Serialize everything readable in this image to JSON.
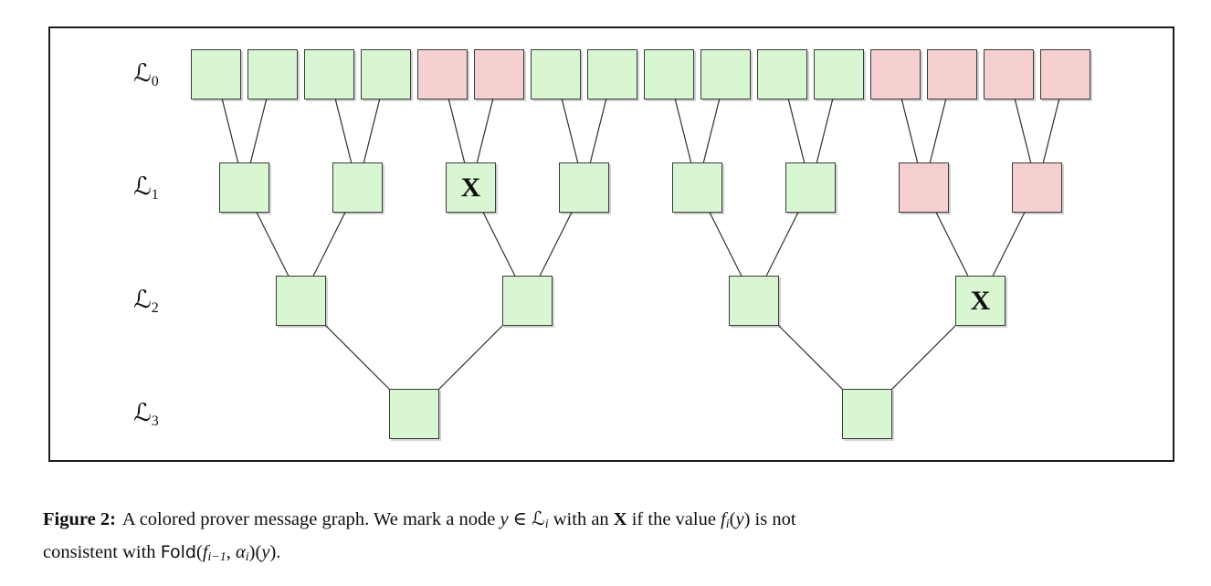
{
  "figure": {
    "colors": {
      "green": "#d9f6d2",
      "red": "#f6cfd1",
      "node_border": "#3a3a3a",
      "edge_line": "#303030",
      "frame_border": "#1c1c1c",
      "mark_color": "#0d0d0d"
    },
    "mark_symbol": "X",
    "levels": [
      {
        "label": "ℒ",
        "sub": "0",
        "nodes": [
          {
            "color": "green"
          },
          {
            "color": "green"
          },
          {
            "color": "green"
          },
          {
            "color": "green"
          },
          {
            "color": "red"
          },
          {
            "color": "red"
          },
          {
            "color": "green"
          },
          {
            "color": "green"
          },
          {
            "color": "green"
          },
          {
            "color": "green"
          },
          {
            "color": "green"
          },
          {
            "color": "green"
          },
          {
            "color": "red"
          },
          {
            "color": "red"
          },
          {
            "color": "red"
          },
          {
            "color": "red"
          }
        ]
      },
      {
        "label": "ℒ",
        "sub": "1",
        "nodes": [
          {
            "color": "green"
          },
          {
            "color": "green"
          },
          {
            "color": "green",
            "mark": "X"
          },
          {
            "color": "green"
          },
          {
            "color": "green"
          },
          {
            "color": "green"
          },
          {
            "color": "red"
          },
          {
            "color": "red"
          }
        ]
      },
      {
        "label": "ℒ",
        "sub": "2",
        "nodes": [
          {
            "color": "green"
          },
          {
            "color": "green"
          },
          {
            "color": "green"
          },
          {
            "color": "green",
            "mark": "X"
          }
        ]
      },
      {
        "label": "ℒ",
        "sub": "3",
        "nodes": [
          {
            "color": "green"
          },
          {
            "color": "green"
          }
        ]
      }
    ]
  },
  "caption": {
    "lines": [
      {
        "segments": [
          {
            "t": "Figure 2:",
            "s": "bl"
          },
          {
            "t": "A colored prover message graph. We mark a node ",
            "s": "n"
          },
          {
            "t": "y",
            "s": "i"
          },
          {
            "t": " ∈ ",
            "s": "n"
          },
          {
            "t": "ℒ",
            "s": "cal"
          },
          {
            "t": "i",
            "s": "si"
          },
          {
            "t": " with an ",
            "s": "n"
          },
          {
            "t": "X",
            "s": "b"
          },
          {
            "t": " if the value ",
            "s": "n"
          },
          {
            "t": "f",
            "s": "i"
          },
          {
            "t": "i",
            "s": "si"
          },
          {
            "t": "(",
            "s": "n"
          },
          {
            "t": "y",
            "s": "i"
          },
          {
            "t": ") is not",
            "s": "n"
          }
        ]
      },
      {
        "segments": [
          {
            "t": "consistent with ",
            "s": "n"
          },
          {
            "t": "Fold",
            "s": "sf"
          },
          {
            "t": "(",
            "s": "n"
          },
          {
            "t": "f",
            "s": "i"
          },
          {
            "t": "i−1",
            "s": "si"
          },
          {
            "t": ", ",
            "s": "n"
          },
          {
            "t": "α",
            "s": "i"
          },
          {
            "t": "i",
            "s": "si"
          },
          {
            "t": ")(",
            "s": "n"
          },
          {
            "t": "y",
            "s": "i"
          },
          {
            "t": ").",
            "s": "n"
          }
        ]
      }
    ]
  }
}
